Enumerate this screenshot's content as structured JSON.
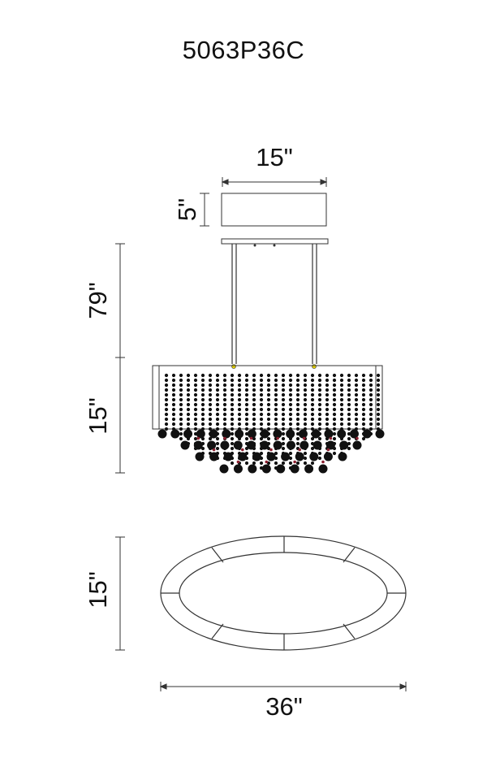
{
  "model_number": "5063P36C",
  "dimensions": {
    "canopy_width": "15\"",
    "canopy_height": "5\"",
    "hanging_length": "79\"",
    "fixture_height": "15\"",
    "fixture_depth": "15\"",
    "fixture_length": "36\""
  },
  "colors": {
    "line": "#333333",
    "crystal": "#111111",
    "accent_red": "#8a1f2e",
    "accent_yellow": "#e8d400"
  }
}
